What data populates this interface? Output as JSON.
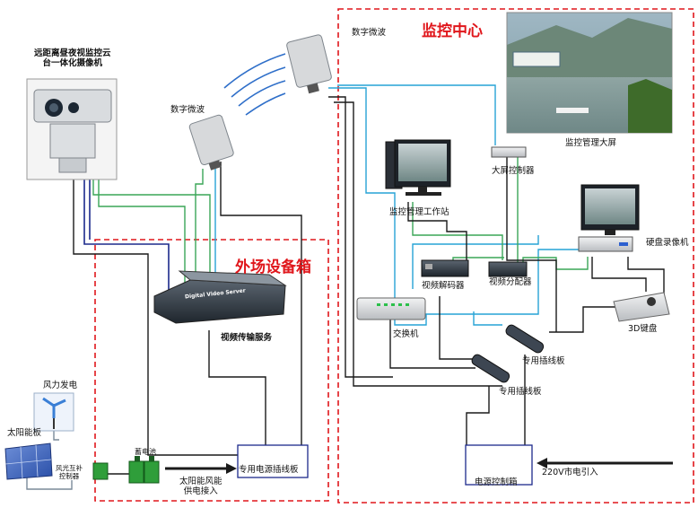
{
  "zones": {
    "field_box_title": "外场设备箱",
    "control_center_title": "监控中心"
  },
  "devices": {
    "camera": "远距离昼夜视监控云\n台一体化摄像机",
    "microwave_left": "数字微波",
    "microwave_right": "数字微波",
    "video_server": "视频传输服务",
    "dvs_faceplate": "Digital Video Server",
    "wind_power": "风力发电",
    "solar_panel": "太阳能板",
    "hybrid_controller": "风光互补\n控制器",
    "battery": "蓄电池",
    "field_power_strip": "专用电源插线板",
    "solar_wind_input": "太阳能风能\n供电接入",
    "monitor_screen": "监控管理大屏",
    "screen_controller": "大屏控制器",
    "workstation": "监控管理工作站",
    "video_decoder": "视频解码器",
    "video_splitter": "视频分配器",
    "dvr": "硬盘录像机",
    "switch": "交换机",
    "keyboard_3d": "3D键盘",
    "power_strip_1": "专用插线板",
    "power_strip_2": "专用插线板",
    "power_control_box": "电源控制箱",
    "mains_input": "220V市电引入"
  },
  "colors": {
    "border_red": "#e0171c",
    "line_black": "#1a1a1a",
    "line_green": "#3aa657",
    "line_cyan": "#27a3d6",
    "line_navy": "#1c2a8c"
  }
}
